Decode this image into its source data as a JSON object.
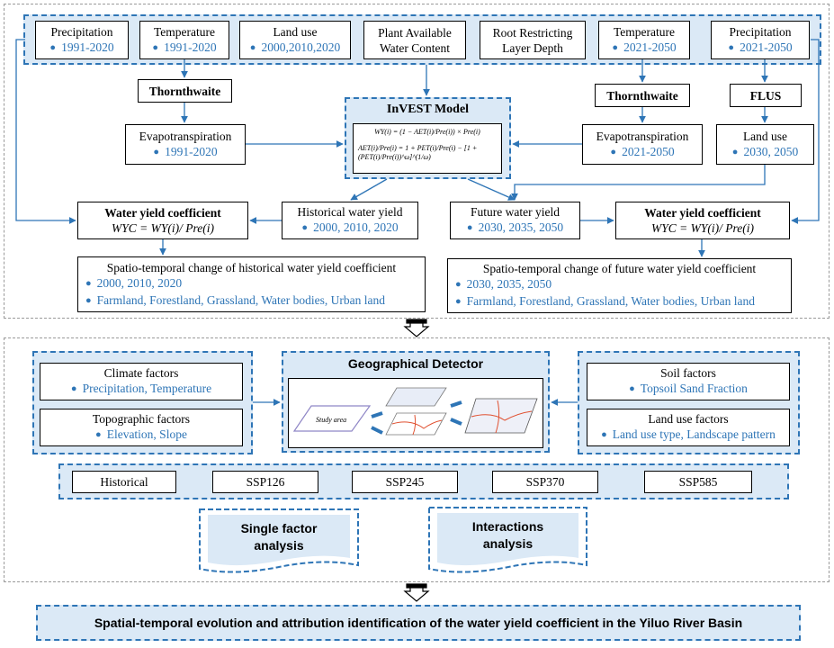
{
  "inputs": [
    {
      "label": "Precipitation",
      "value": "1991-2020"
    },
    {
      "label": "Temperature",
      "value": "1991-2020"
    },
    {
      "label": "Land use",
      "value": "2000,2010,2020"
    },
    {
      "label": "Plant Available\nWater Content",
      "value": ""
    },
    {
      "label": "Root Restricting\nLayer Depth",
      "value": ""
    },
    {
      "label": "Temperature",
      "value": "2021-2050"
    },
    {
      "label": "Precipitation",
      "value": "2021-2050"
    }
  ],
  "thornthwaite_left": "Thornthwaite",
  "thornthwaite_right": "Thornthwaite",
  "flus": "FLUS",
  "invest_title": "InVEST Model",
  "formula1": "WY(i) = (1 − AET(i)/Pre(i)) × Pre(i)",
  "formula2": "AET(i)/Pre(i) = 1 + PET(i)/Pre(i) − [1 + (PET(i)/Pre(i))^ω]^(1/ω)",
  "evap_left": {
    "label": "Evapotranspiration",
    "value": "1991-2020"
  },
  "evap_right": {
    "label": "Evapotranspiration",
    "value": "2021-2050"
  },
  "landuse_future": {
    "label": "Land use",
    "value": "2030, 2050"
  },
  "wyc_left": {
    "title": "Water yield coefficient",
    "formula": "WYC = WY(i)/ Pre(i)"
  },
  "wyc_right": {
    "title": "Water yield coefficient",
    "formula": "WYC = WY(i)/ Pre(i)"
  },
  "hist_wy": {
    "label": "Historical water yield",
    "value": "2000, 2010, 2020"
  },
  "future_wy": {
    "label": "Future water yield",
    "value": "2030, 2035, 2050"
  },
  "hist_change": {
    "title": "Spatio-temporal change of historical water yield coefficient",
    "years": "2000, 2010, 2020",
    "types": "Farmland, Forestland, Grassland, Water bodies, Urban land"
  },
  "future_change": {
    "title": "Spatio-temporal change of future water yield coefficient",
    "years": "2030, 2035, 2050",
    "types": "Farmland, Forestland, Grassland, Water bodies, Urban land"
  },
  "climate": {
    "label": "Climate factors",
    "value": "Precipitation, Temperature"
  },
  "topo": {
    "label": "Topographic factors",
    "value": "Elevation, Slope"
  },
  "soil": {
    "label": "Soil factors",
    "value": "Topsoil Sand Fraction"
  },
  "landuse_factors": {
    "label": "Land use factors",
    "value": "Land use type, Landscape pattern"
  },
  "geo_detector": "Geographical Detector",
  "study_area": "Study area",
  "scenarios": [
    "Historical",
    "SSP126",
    "SSP245",
    "SSP370",
    "SSP585"
  ],
  "single_factor": "Single factor\nanalysis",
  "interactions": "Interactions\nanalysis",
  "final": "Spatial-temporal evolution and attribution identification of the water yield coefficient in the Yiluo River Basin",
  "colors": {
    "accent": "#2e75b6",
    "fill": "#dbe9f6"
  }
}
